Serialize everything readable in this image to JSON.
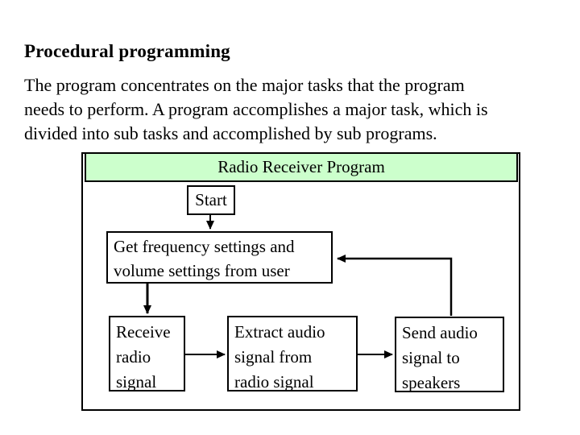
{
  "slide": {
    "title": "Procedural programming",
    "body": "The program concentrates on the major tasks that the program\nneeds to perform. A program accomplishes a major task, which is\ndivided into sub tasks and accomplished by sub programs."
  },
  "diagram": {
    "header": "Radio Receiver Program",
    "header_bg": "#ccffcc",
    "line_color": "#000000",
    "boxes": {
      "start": "Start",
      "get_settings": "Get frequency settings and\nvolume settings from user",
      "receive": "Receive\nradio\nsignal",
      "extract": "Extract audio\nsignal from\nradio signal",
      "send": "Send audio\nsignal to\nspeakers"
    }
  }
}
